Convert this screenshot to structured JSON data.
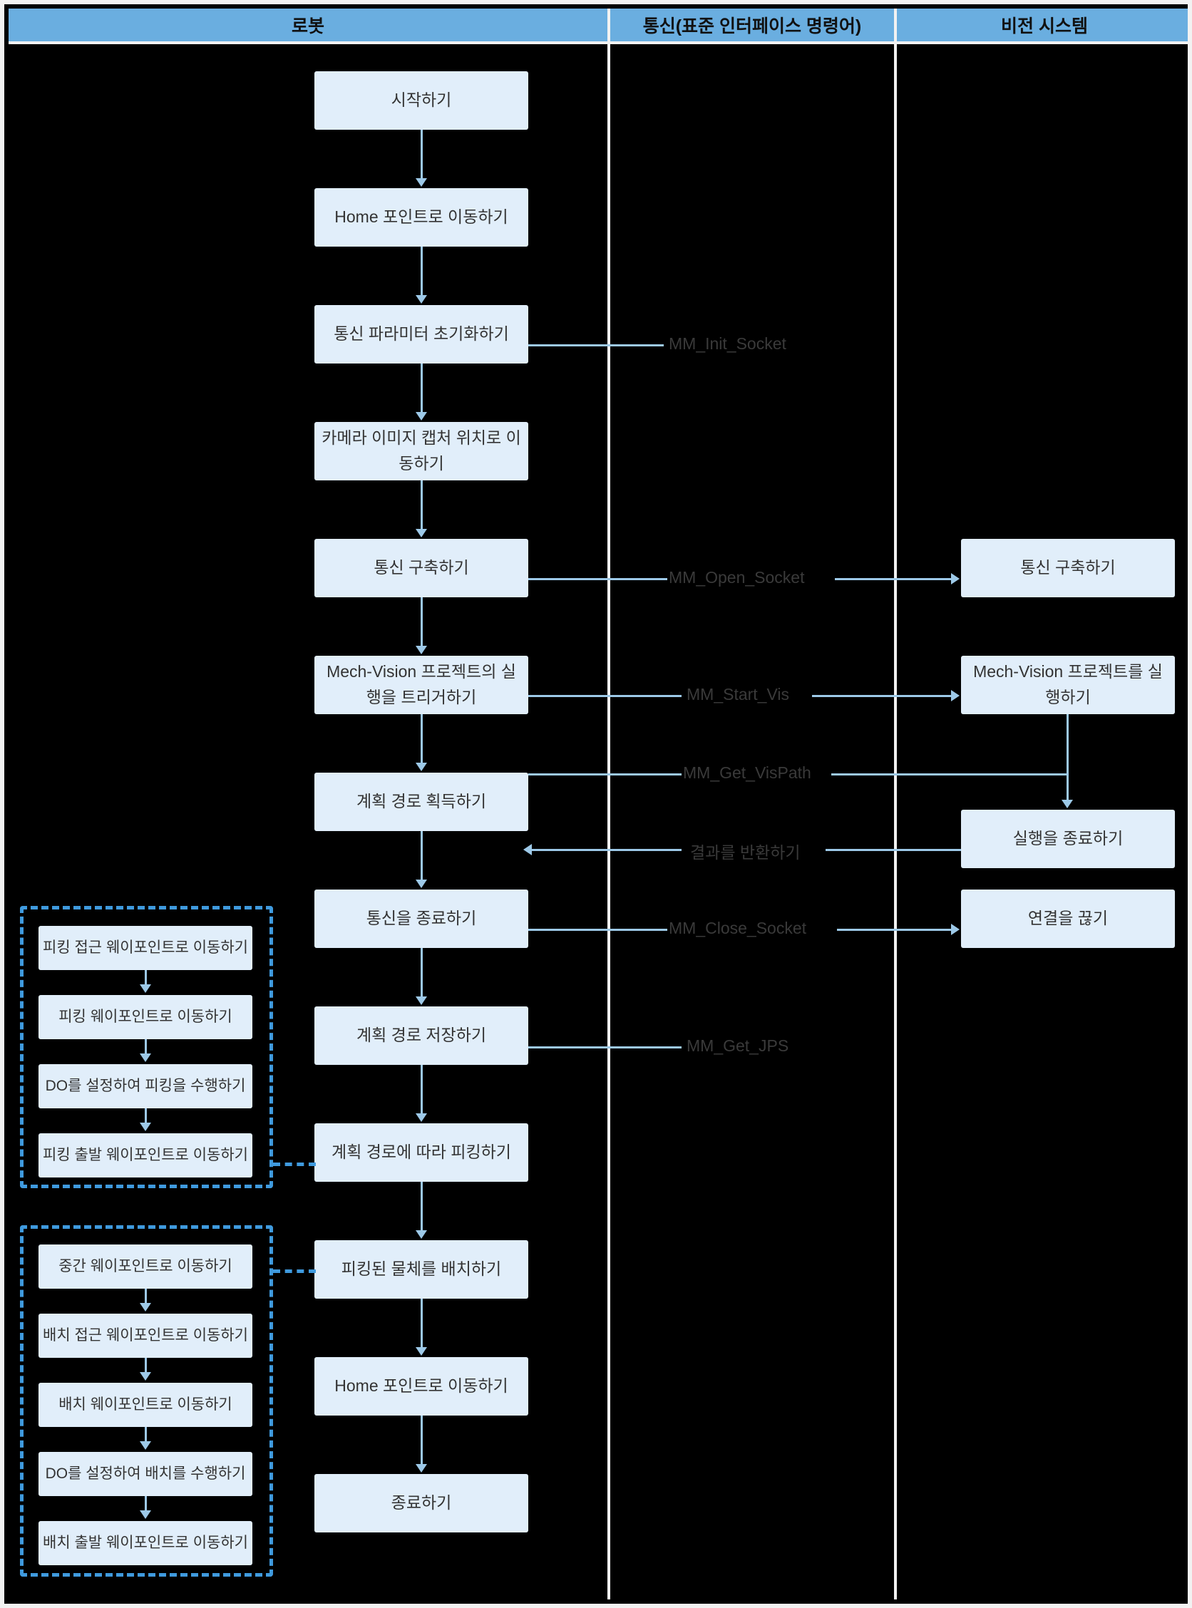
{
  "lanes": {
    "robot": "로봇",
    "communication": "통신(표준 인터페이스 명령어)",
    "vision": "비전 시스템"
  },
  "colors": {
    "lane_header_bg": "#6aaee0",
    "box_fill": "#e1eefa",
    "connector": "#9dc9e8",
    "dashed_border": "#3f9ade",
    "canvas": "#000000",
    "frame": "#f2f2f2"
  },
  "robot_flow": [
    {
      "id": "start",
      "label": "시작하기"
    },
    {
      "id": "move-home-1",
      "label": "Home 포인트로 이동하기"
    },
    {
      "id": "init-comm-params",
      "label": "통신 파라미터 초기화하기"
    },
    {
      "id": "move-capture-pos",
      "label": "카메라 이미지 캡처 위치로 이동하기"
    },
    {
      "id": "open-comm",
      "label": "통신 구축하기"
    },
    {
      "id": "trigger-vision",
      "label": "Mech-Vision 프로젝트의 실행을 트리거하기"
    },
    {
      "id": "get-plan-path",
      "label": "계획 경로 획득하기"
    },
    {
      "id": "close-comm",
      "label": "통신을 종료하기"
    },
    {
      "id": "save-plan-path",
      "label": "계획 경로 저장하기"
    },
    {
      "id": "pick-along-path",
      "label": "계획 경로에 따라 피킹하기"
    },
    {
      "id": "place-object",
      "label": "피킹된 물체를 배치하기"
    },
    {
      "id": "move-home-2",
      "label": "Home 포인트로 이동하기"
    },
    {
      "id": "end",
      "label": "종료하기"
    }
  ],
  "vision_flow": [
    {
      "id": "vision-open-comm",
      "label": "통신 구축하기"
    },
    {
      "id": "vision-run-project",
      "label": "Mech-Vision 프로젝트를 실행하기"
    },
    {
      "id": "vision-finish-run",
      "label": "실행을 종료하기"
    },
    {
      "id": "vision-disconnect",
      "label": "연결을 끊기"
    }
  ],
  "messages": [
    {
      "id": "mm-init-socket",
      "label": "MM_Init_Socket"
    },
    {
      "id": "mm-open-socket",
      "label": "MM_Open_Socket"
    },
    {
      "id": "mm-start-vis",
      "label": "MM_Start_Vis"
    },
    {
      "id": "mm-get-vispath",
      "label": "MM_Get_VisPath"
    },
    {
      "id": "return-result",
      "label": "결과를 반환하기"
    },
    {
      "id": "mm-close-socket",
      "label": "MM_Close_Socket"
    },
    {
      "id": "mm-get-jps",
      "label": "MM_Get_JPS"
    }
  ],
  "pick_group": [
    {
      "id": "pick-approach-wp",
      "label": "피킹 접근 웨이포인트로 이동하기"
    },
    {
      "id": "pick-wp",
      "label": "피킹 웨이포인트로 이동하기"
    },
    {
      "id": "pick-do",
      "label": "DO를 설정하여 피킹을 수행하기"
    },
    {
      "id": "pick-depart-wp",
      "label": "피킹 출발 웨이포인트로 이동하기"
    }
  ],
  "place_group": [
    {
      "id": "mid-wp",
      "label": "중간 웨이포인트로 이동하기"
    },
    {
      "id": "place-approach-wp",
      "label": "배치 접근 웨이포인트로 이동하기"
    },
    {
      "id": "place-wp",
      "label": "배치 웨이포인트로 이동하기"
    },
    {
      "id": "place-do",
      "label": "DO를 설정하여 배치를 수행하기"
    },
    {
      "id": "place-depart-wp",
      "label": "배치 출발 웨이포인트로 이동하기"
    }
  ]
}
